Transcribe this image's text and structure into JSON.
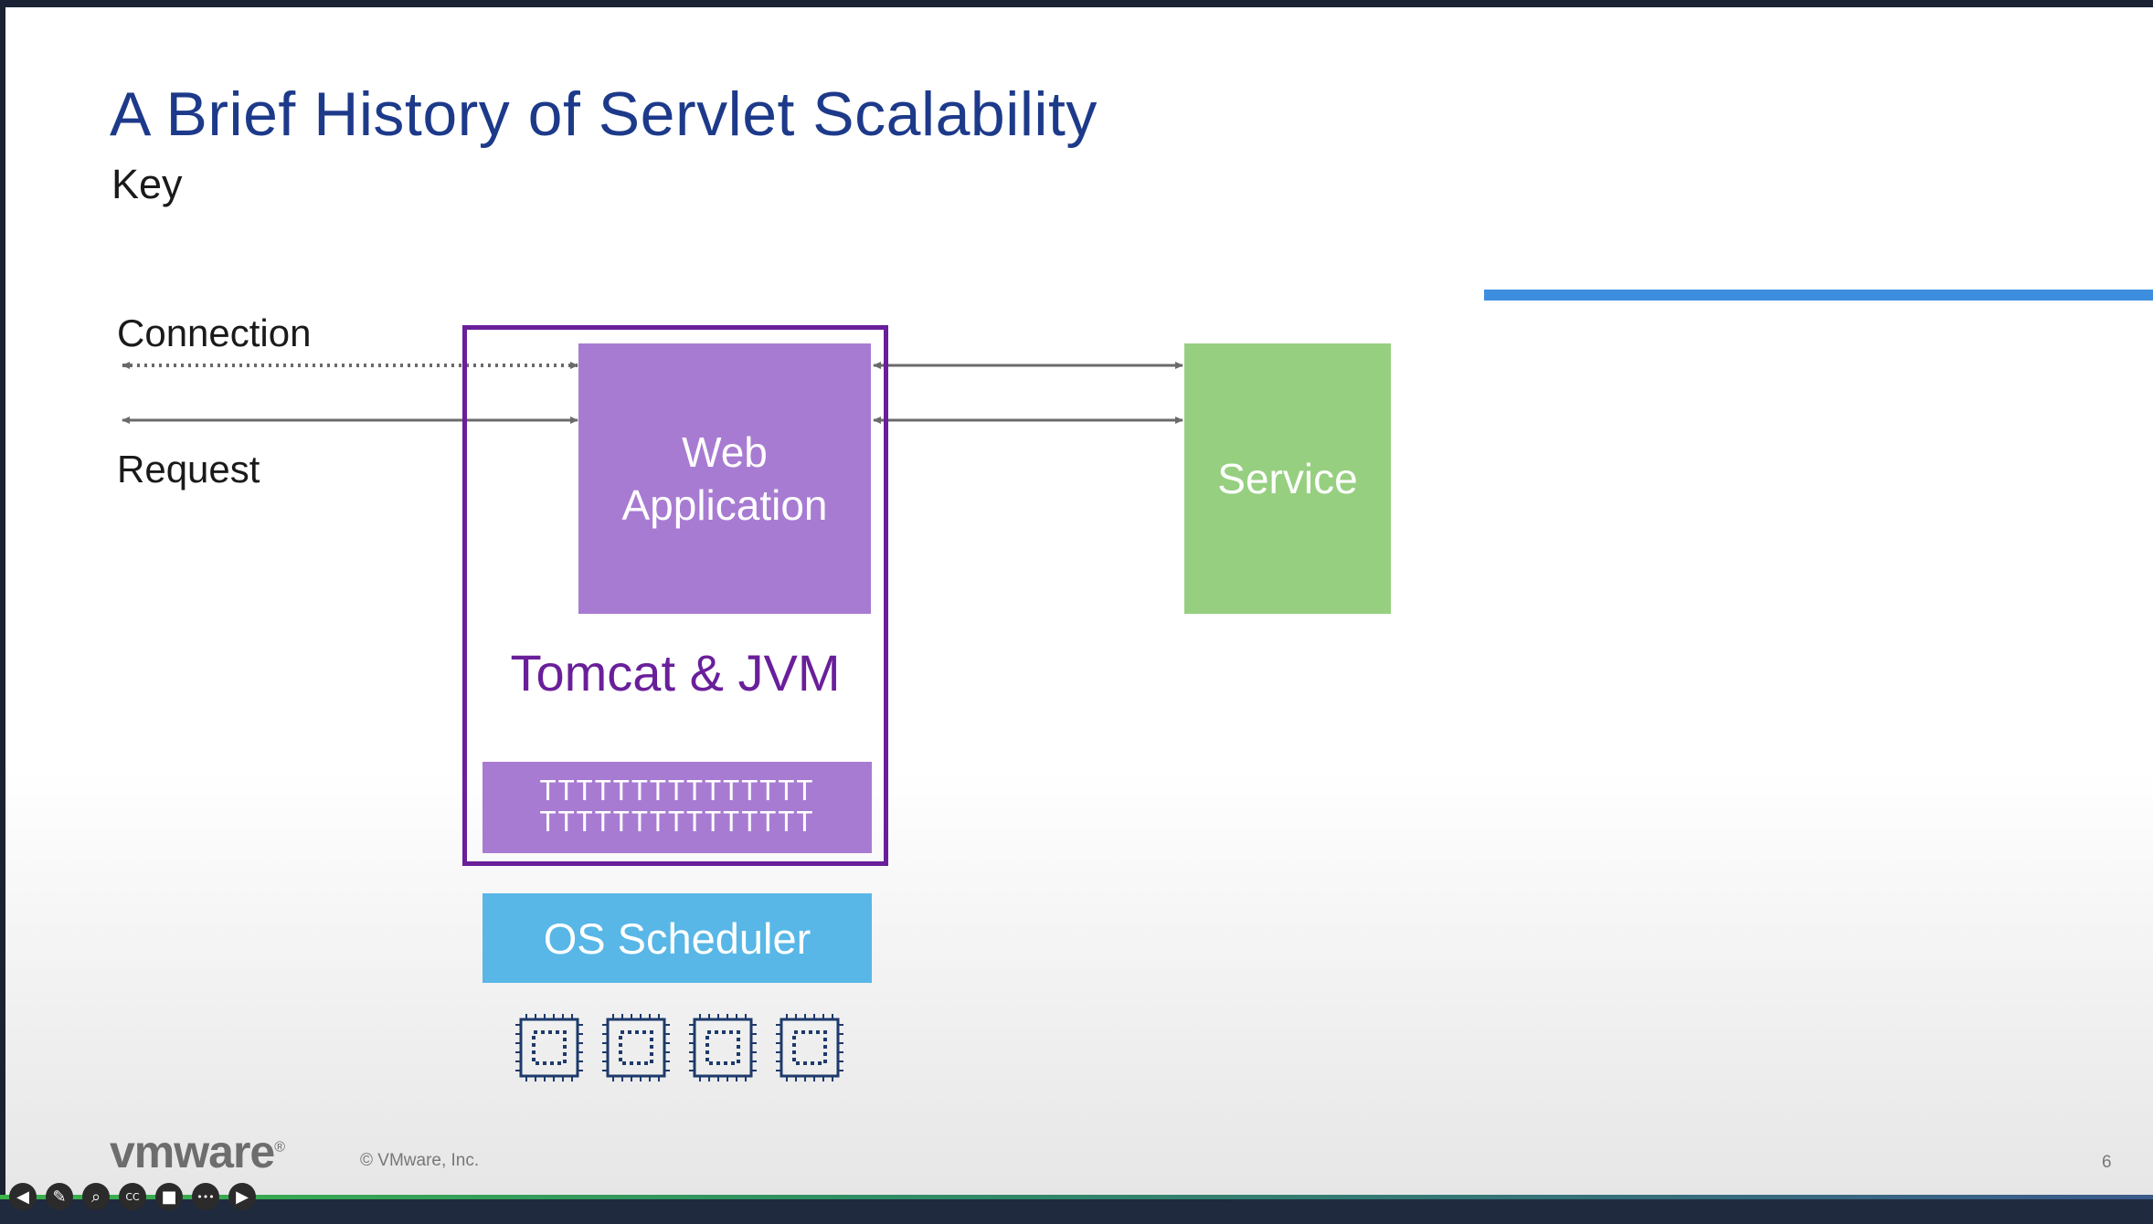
{
  "slide": {
    "title": "A Brief History of Servlet Scalability",
    "subtitle": "Key",
    "page_number": "6"
  },
  "key": {
    "connection_label": "Connection",
    "request_label": "Request"
  },
  "diagram": {
    "web_application_label": "Web\nApplication",
    "container_label": "Tomcat & JVM",
    "thread_pool_rows": [
      "TTTTTTTTTTTTTTT",
      "TTTTTTTTTTTTTTT"
    ],
    "service_label": "Service",
    "os_scheduler_label": "OS Scheduler",
    "cpu_core_count": 4
  },
  "footer": {
    "logo_text": "vmware",
    "logo_mark": "®",
    "copyright": "© VMware, Inc."
  },
  "colors": {
    "title": "#1d3a8a",
    "container_border": "#6a1f9a",
    "web_application": "#a87bd2",
    "service": "#96cf80",
    "os_scheduler": "#58b7e6",
    "accent_line": "#3d8ede"
  },
  "player_controls": [
    {
      "name": "previous-icon",
      "glyph": "◀"
    },
    {
      "name": "pen-icon",
      "glyph": "✎"
    },
    {
      "name": "zoom-icon",
      "glyph": "⌕"
    },
    {
      "name": "captions-icon",
      "glyph": "CC"
    },
    {
      "name": "camera-icon",
      "glyph": "■"
    },
    {
      "name": "more-icon",
      "glyph": "•••"
    },
    {
      "name": "next-icon",
      "glyph": "▶"
    }
  ]
}
